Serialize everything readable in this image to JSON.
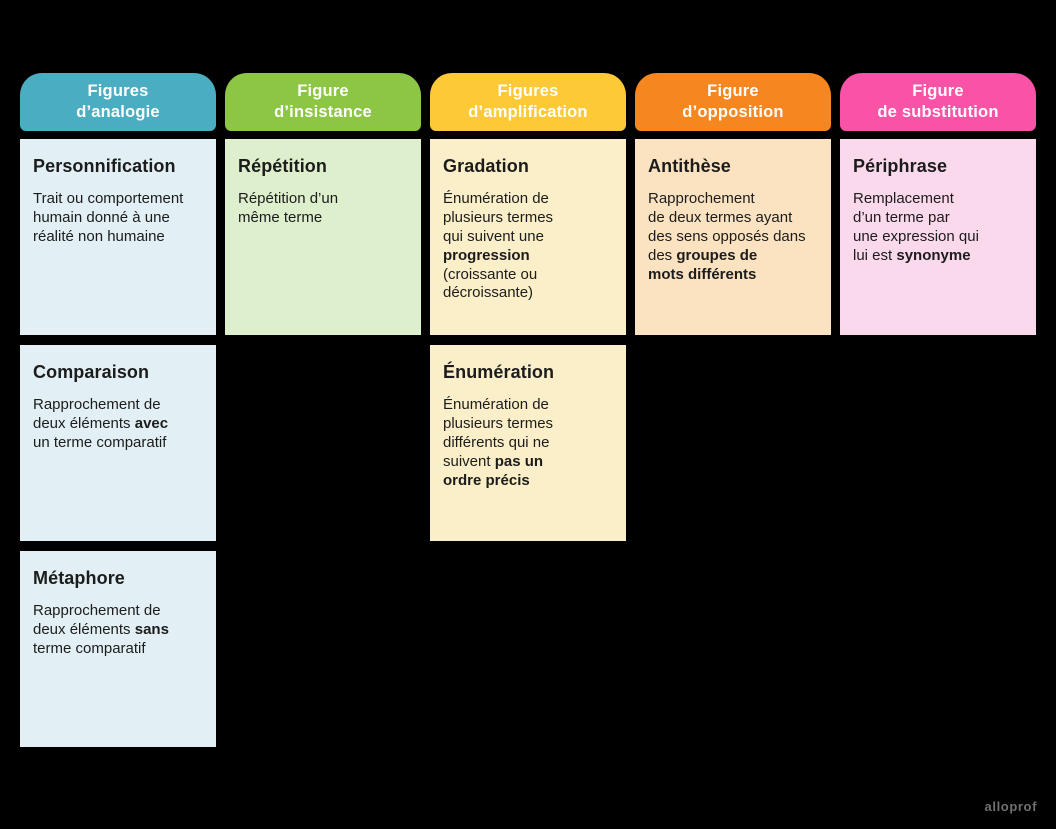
{
  "columns": [
    {
      "header": {
        "label": "Figures\nd’analogie",
        "color": "#4BADC1"
      },
      "card_bg": "#E2F0F5",
      "cards": [
        {
          "title": "Personnification",
          "body": [
            {
              "t": "Trait ou comportement\nhumain donné à une\nréalité non humaine"
            }
          ]
        },
        {
          "title": "Comparaison",
          "body": [
            {
              "t": "Rapprochement de\ndeux éléments "
            },
            {
              "t": "avec",
              "b": true
            },
            {
              "t": "\nun terme comparatif"
            }
          ]
        },
        {
          "title": "Métaphore",
          "body": [
            {
              "t": "Rapprochement de\ndeux éléments "
            },
            {
              "t": "sans",
              "b": true
            },
            {
              "t": "\nterme comparatif"
            }
          ]
        }
      ]
    },
    {
      "header": {
        "label": "Figure\nd’insistance",
        "color": "#8CC644"
      },
      "card_bg": "#DEEFCD",
      "cards": [
        {
          "title": "Répétition",
          "body": [
            {
              "t": "Répétition d’un\nmême terme"
            }
          ]
        }
      ]
    },
    {
      "header": {
        "label": "Figures\nd’amplification",
        "color": "#FDC937"
      },
      "card_bg": "#FBEFC9",
      "cards": [
        {
          "title": "Gradation",
          "body": [
            {
              "t": "Énumération de\nplusieurs termes\nqui suivent une\n"
            },
            {
              "t": "progression",
              "b": true
            },
            {
              "t": "\n(croissante ou\ndécroissante)"
            }
          ]
        },
        {
          "title": "Énumération",
          "body": [
            {
              "t": "Énumération de\nplusieurs termes\ndifférents qui ne\nsuivent "
            },
            {
              "t": "pas un\nordre précis",
              "b": true
            }
          ]
        }
      ]
    },
    {
      "header": {
        "label": "Figure\nd’opposition",
        "color": "#F6861F"
      },
      "card_bg": "#FBE3C2",
      "cards": [
        {
          "title": "Antithèse",
          "body": [
            {
              "t": "Rapprochement\nde deux termes ayant\ndes sens opposés dans\ndes "
            },
            {
              "t": "groupes de\nmots différents",
              "b": true
            }
          ]
        }
      ]
    },
    {
      "header": {
        "label": "Figure\nde substitution",
        "color": "#F953A7"
      },
      "card_bg": "#FBD9ED",
      "cards": [
        {
          "title": "Périphrase",
          "body": [
            {
              "t": "Remplacement\nd’un terme par\nune expression qui\nlui est "
            },
            {
              "t": "synonyme",
              "b": true
            }
          ]
        }
      ]
    }
  ],
  "watermark": "alloprof"
}
